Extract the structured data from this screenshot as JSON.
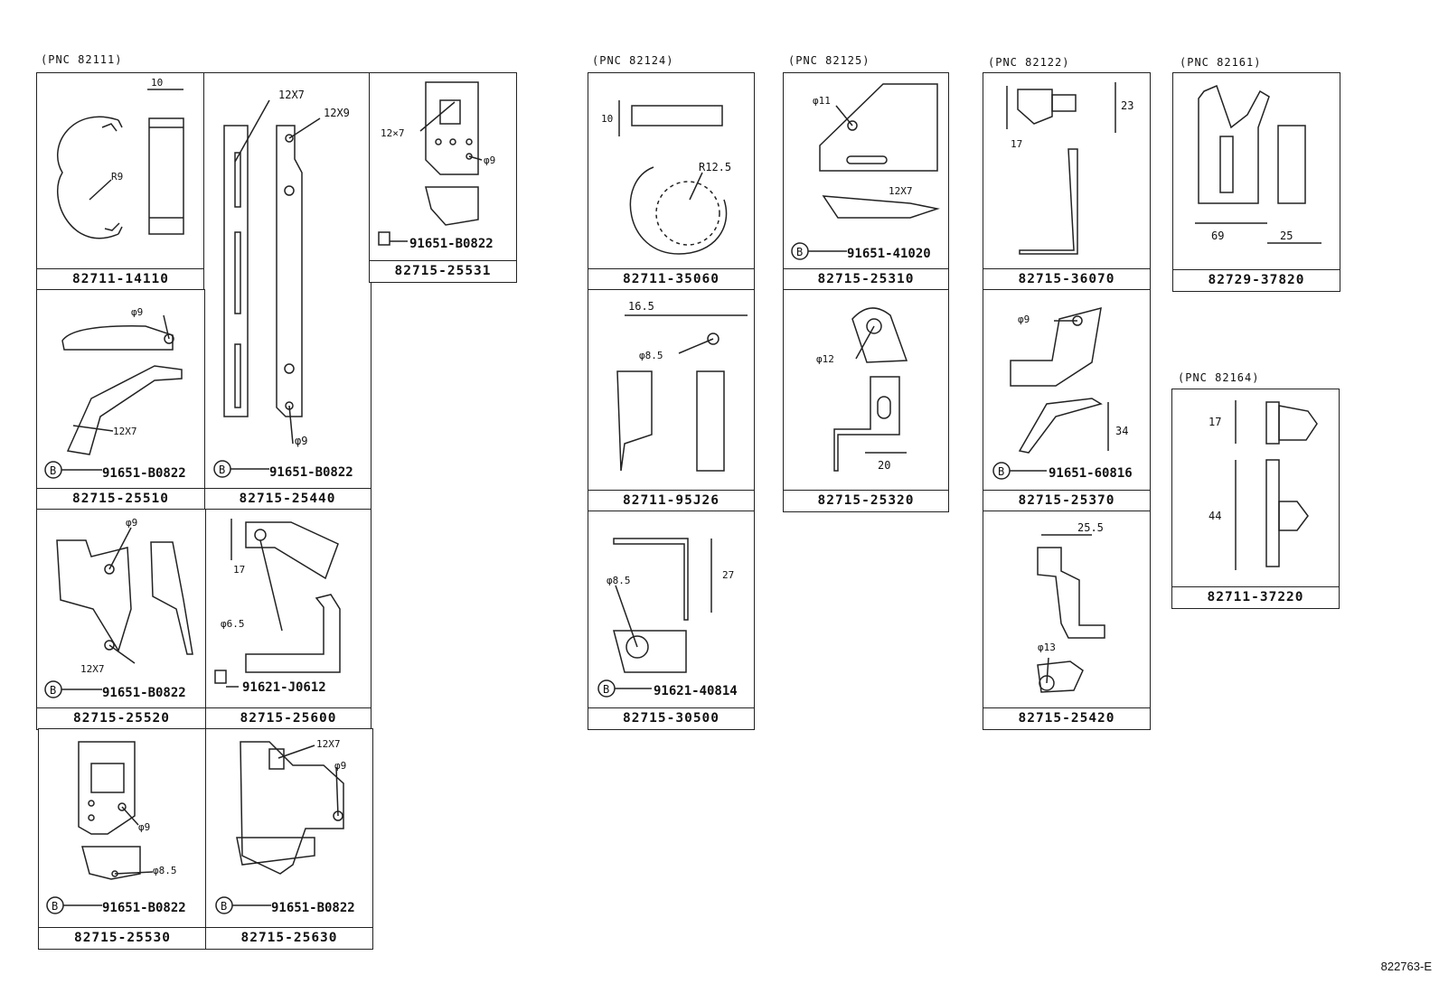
{
  "groups": [
    {
      "pnc": "(PNC 82111)"
    },
    {
      "pnc": "(PNC 82124)"
    },
    {
      "pnc": "(PNC 82125)"
    },
    {
      "pnc": "(PNC 82122)"
    },
    {
      "pnc": "(PNC 82161)"
    },
    {
      "pnc": "(PNC 82164)"
    }
  ],
  "parts": {
    "p1": "82711-14110",
    "p2": "82715-25531",
    "p3": "82715-25510",
    "p4": "82715-25440",
    "p5": "82715-25520",
    "p6": "82715-25600",
    "p7": "82715-25530",
    "p8": "82715-25630",
    "p9": "82711-35060",
    "p10": "82711-95J26",
    "p11": "82715-30500",
    "p12": "82715-25310",
    "p13": "82715-25320",
    "p14": "82715-36070",
    "p15": "82715-25370",
    "p16": "82715-25420",
    "p17": "82729-37820",
    "p18": "82711-37220"
  },
  "fasteners": {
    "f1": "91651-B0822",
    "f2": "91651-B0822",
    "f3": "91651-B0822",
    "f4": "91651-B0822",
    "f5": "91621-J0612",
    "f6": "91651-B0822",
    "f7": "91651-B0822",
    "f8": "91621-40814",
    "f9": "91651-41020",
    "f10": "91651-60816"
  },
  "dims": {
    "d1": "10",
    "d2": "R9",
    "d3": "12X7",
    "d4": "12X9",
    "d5": "12×7",
    "d6": "φ9",
    "d7": "φ9",
    "d8": "12X7",
    "d9": "φ9",
    "d10": "φ9",
    "d11": "12X7",
    "d12": "17",
    "d13": "φ6.5",
    "d14": "φ9",
    "d15": "φ8.5",
    "d16": "12X7",
    "d17": "φ9",
    "d18": "10",
    "d19": "R12.5",
    "d20": "16.5",
    "d21": "φ8.5",
    "d22": "φ8.5",
    "d23": "27",
    "d24": "φ11",
    "d25": "12X7",
    "d26": "φ12",
    "d27": "20",
    "d28": "23",
    "d29": "17",
    "d30": "φ9",
    "d31": "34",
    "d32": "25.5",
    "d33": "φ13",
    "d34": "69",
    "d35": "25",
    "d36": "17",
    "d37": "44"
  },
  "bolt_marker": "B",
  "footer": "822763-E"
}
